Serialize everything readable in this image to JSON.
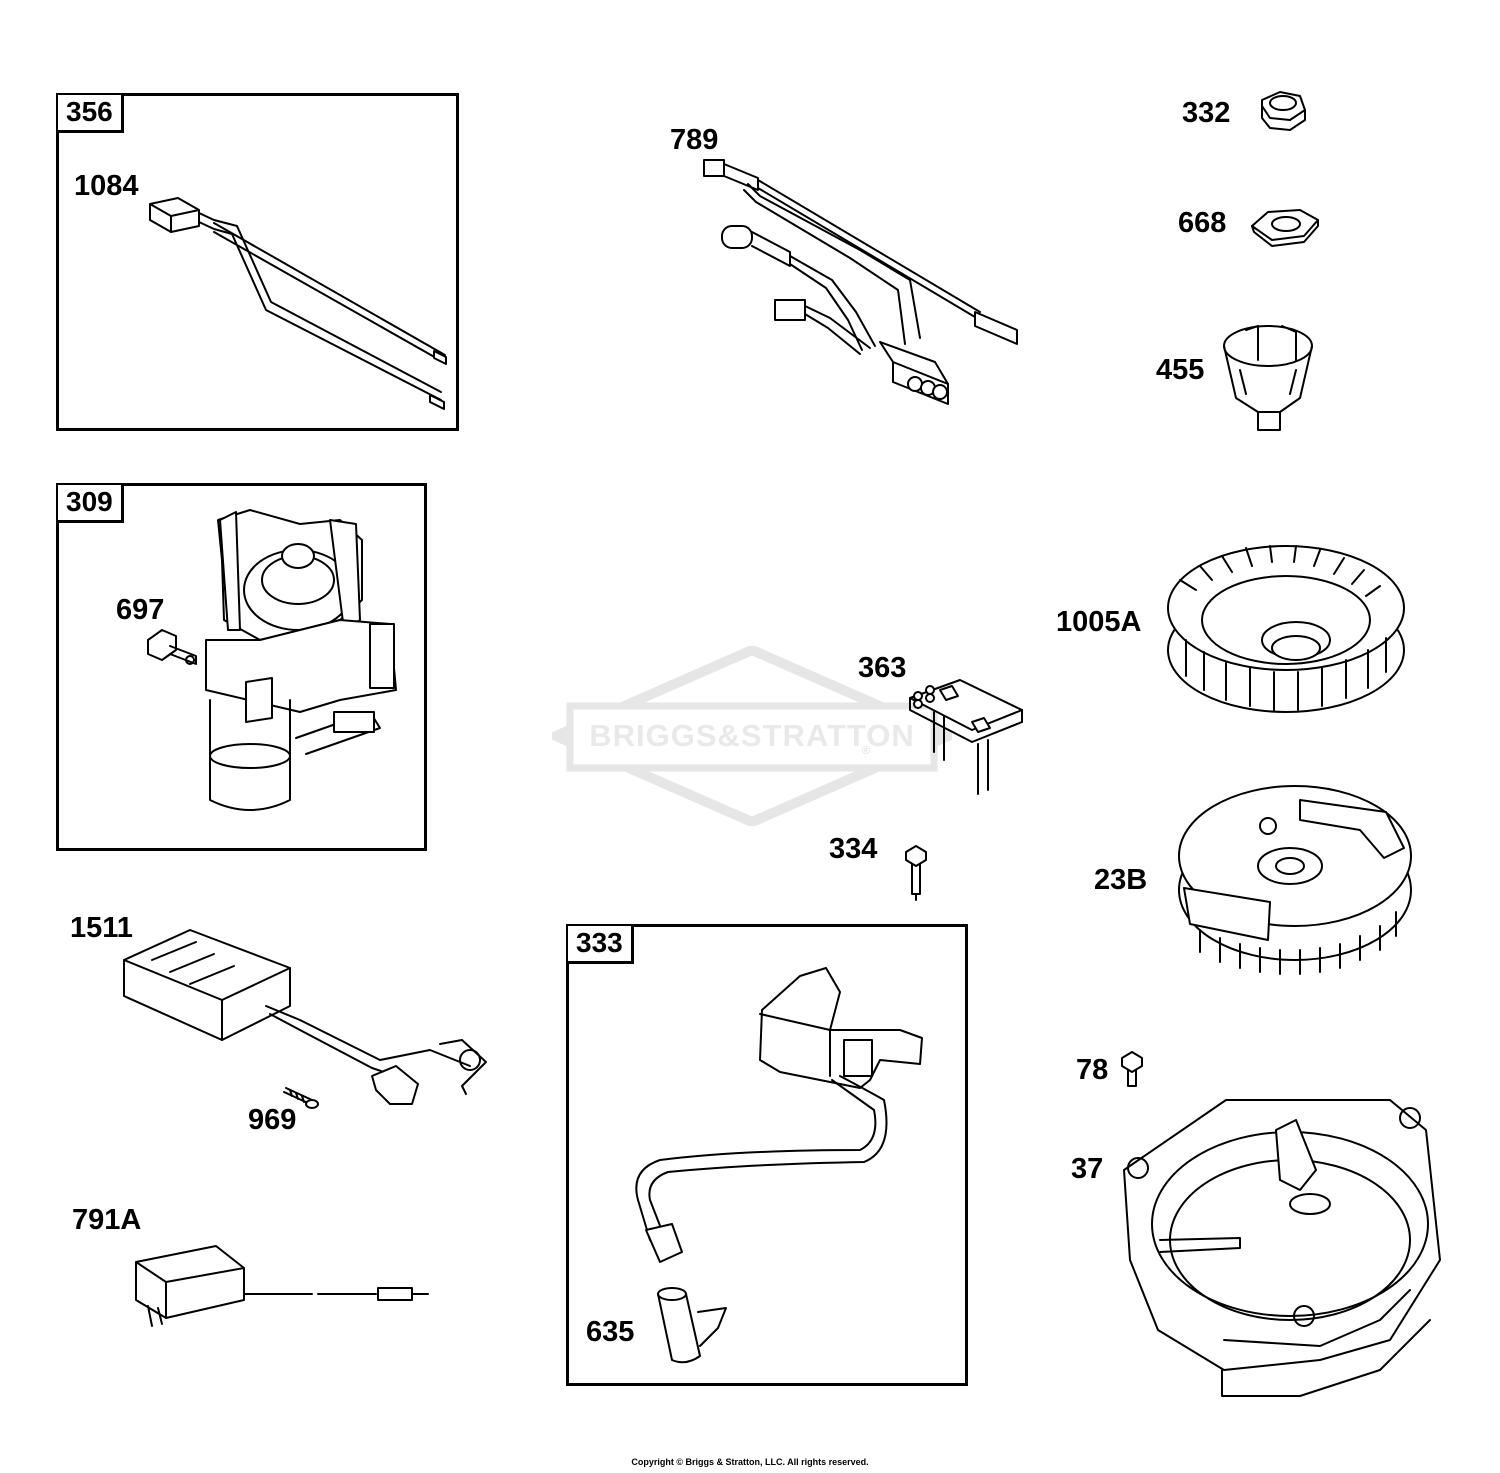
{
  "watermark": {
    "brand": "BRIGGS&STRATTON",
    "registered": "®"
  },
  "copyright": "Copyright © Briggs & Stratton, LLC. All rights reserved.",
  "kits": [
    {
      "ref": "356",
      "contains": [
        "1084"
      ]
    },
    {
      "ref": "309",
      "contains": [
        "697"
      ]
    },
    {
      "ref": "333",
      "contains": [
        "635"
      ]
    }
  ],
  "parts": {
    "p356": "356",
    "p1084": "1084",
    "p789": "789",
    "p332": "332",
    "p668": "668",
    "p455": "455",
    "p309": "309",
    "p697": "697",
    "p1005A": "1005A",
    "p363": "363",
    "p334": "334",
    "p23B": "23B",
    "p1511": "1511",
    "p969": "969",
    "p333": "333",
    "p78": "78",
    "p37": "37",
    "p791A": "791A",
    "p635": "635"
  },
  "colors": {
    "line": "#000000",
    "watermark": "#e6e6e6",
    "background": "#ffffff"
  }
}
